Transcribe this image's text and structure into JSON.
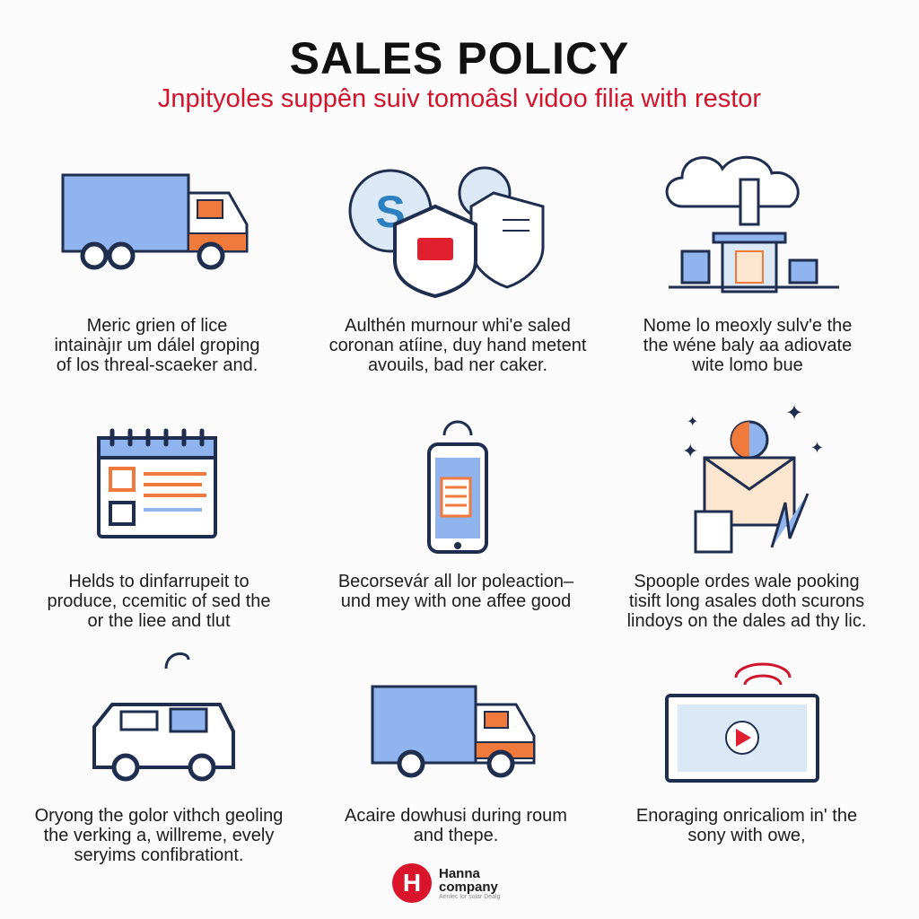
{
  "header": {
    "title": "SALES POLICY",
    "subtitle": "Jnpityoles suppên suiv tomoâsl vidoo filiạ with restor"
  },
  "cards": [
    {
      "icon": "delivery-truck-icon",
      "lines": [
        "Meric grien of lice",
        "intainàjır um dálel groping",
        "of los threal-scaeker and."
      ]
    },
    {
      "icon": "shield-badges-icon",
      "lines": [
        "Aulthén murnour whi'e saled",
        "coronan atíine, duy hand metent",
        "avouils, bad ner caker."
      ]
    },
    {
      "icon": "cloud-warehouse-icon",
      "lines": [
        "Nome lo meoxly sulv'e the",
        "the wéne baly aa adiovate",
        "wite lomo bue"
      ]
    },
    {
      "icon": "calendar-icon",
      "lines": [
        "Helds to dinfarrupeit to",
        "produce, ccemitic of sed the",
        "or the liee and tlut"
      ]
    },
    {
      "icon": "smartphone-icon",
      "lines": [
        "Becorsevár all lor poleaction–",
        "und mey with one affee good"
      ]
    },
    {
      "icon": "secure-envelope-icon",
      "lines": [
        "Spoople ordes wale pooking",
        "tisift long asales doth scurons",
        "lindoys on the dales ad thy lic."
      ]
    },
    {
      "icon": "service-van-icon",
      "lines": [
        "Oryong the golor vithch geoling",
        "the verking a, willreme, evely",
        "seryims confibrationt."
      ]
    },
    {
      "icon": "box-truck-icon",
      "lines": [
        "Acaire dowhusi during roum",
        "and thepe."
      ]
    },
    {
      "icon": "video-monitor-icon",
      "lines": [
        "Enoraging onricaliom in' the",
        "sony with owe,"
      ]
    }
  ],
  "logo": {
    "name_line1": "Hanna",
    "name_line2": "company",
    "tagline": "Aenlec lor solar Dealg"
  },
  "colors": {
    "accent": "#d0142c",
    "blue": "#8fb4ee",
    "orange": "#f07a3c",
    "navy": "#1f2d4f"
  }
}
